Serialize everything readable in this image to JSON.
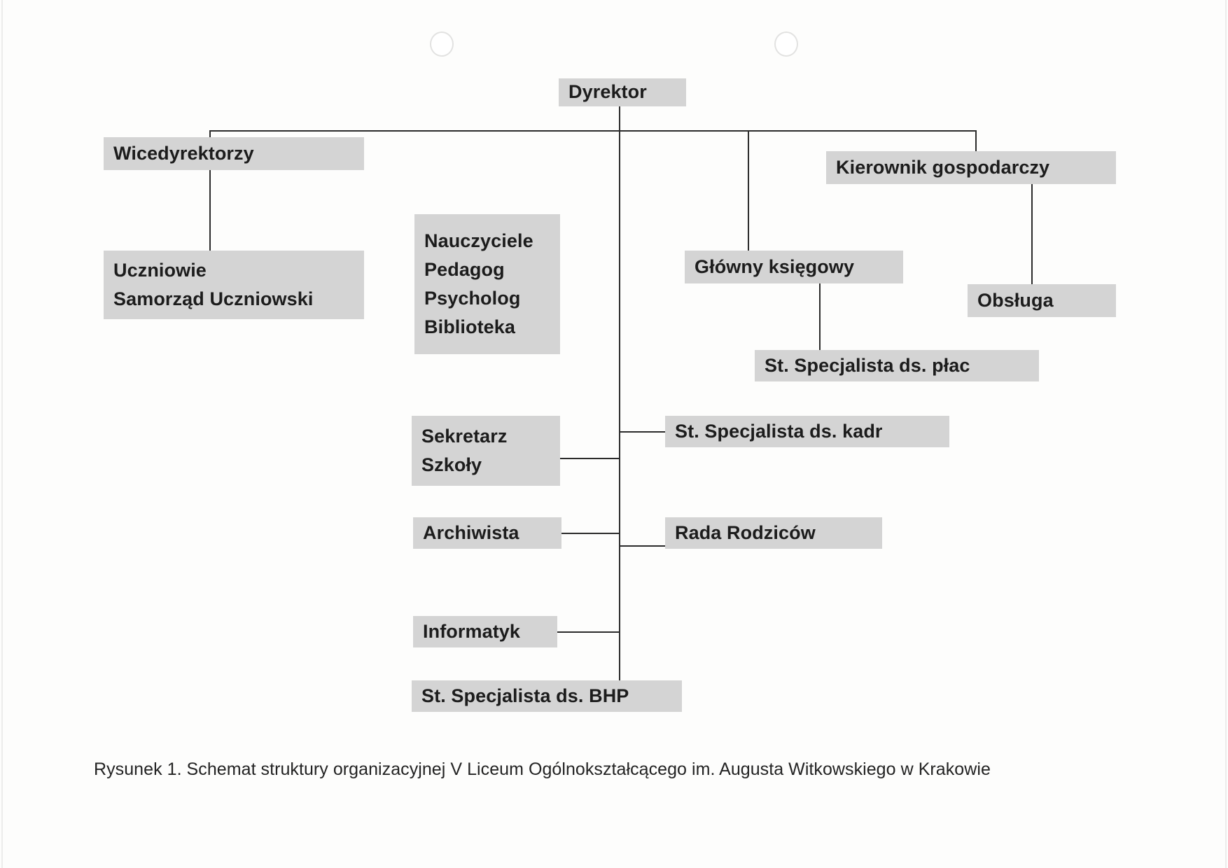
{
  "document": {
    "caption": "Rysunek 1. Schemat struktury organizacyjnej V Liceum Ogólnokształcącego im. Augusta Witkowskiego w Krakowie"
  },
  "chart_data": {
    "type": "diagram",
    "title": "Schemat struktury organizacyjnej V Liceum Ogólnokształcącego im. Augusta Witkowskiego w Krakowie",
    "diagram_kind": "organizational-chart",
    "language": "pl",
    "node_fill_color": "#d4d4d4",
    "line_color": "#2b2b2b",
    "nodes": [
      {
        "id": "dyrektor",
        "label": "Dyrektor",
        "level": 0
      },
      {
        "id": "wicedyrektorzy",
        "label": "Wicedyrektorzy",
        "level": 1
      },
      {
        "id": "uczniowie",
        "label": "Uczniowie\nSamorząd Uczniowski",
        "level": 2
      },
      {
        "id": "nauczyciele",
        "label": "Nauczyciele\nPedagog\nPsycholog\nBiblioteka",
        "level": 1
      },
      {
        "id": "kierownik",
        "label": "Kierownik gospodarczy",
        "level": 1
      },
      {
        "id": "ksiegowy",
        "label": "Główny księgowy",
        "level": 1
      },
      {
        "id": "obsluga",
        "label": "Obsługa",
        "level": 2
      },
      {
        "id": "plac",
        "label": "St. Specjalista ds. płac",
        "level": 2
      },
      {
        "id": "sekretarz",
        "label": "Sekretarz\nSzkoły",
        "level": 1
      },
      {
        "id": "kadr",
        "label": "St. Specjalista ds. kadr",
        "level": 1
      },
      {
        "id": "archiwista",
        "label": "Archiwista",
        "level": 1
      },
      {
        "id": "rada",
        "label": "Rada Rodziców",
        "level": 1
      },
      {
        "id": "informatyk",
        "label": "Informatyk",
        "level": 1
      },
      {
        "id": "bhp",
        "label": "St. Specjalista ds. BHP",
        "level": 1
      }
    ],
    "edges": [
      {
        "from": "dyrektor",
        "to": "wicedyrektorzy"
      },
      {
        "from": "dyrektor",
        "to": "kierownik"
      },
      {
        "from": "dyrektor",
        "to": "ksiegowy"
      },
      {
        "from": "dyrektor",
        "to": "nauczyciele"
      },
      {
        "from": "dyrektor",
        "to": "sekretarz"
      },
      {
        "from": "dyrektor",
        "to": "kadr"
      },
      {
        "from": "dyrektor",
        "to": "archiwista"
      },
      {
        "from": "dyrektor",
        "to": "rada"
      },
      {
        "from": "dyrektor",
        "to": "informatyk"
      },
      {
        "from": "dyrektor",
        "to": "bhp"
      },
      {
        "from": "wicedyrektorzy",
        "to": "uczniowie"
      },
      {
        "from": "kierownik",
        "to": "obsluga"
      },
      {
        "from": "ksiegowy",
        "to": "plac"
      }
    ]
  },
  "nodes": {
    "dyrektor": "Dyrektor",
    "wicedyrektorzy": "Wicedyrektorzy",
    "uczniowie": "Uczniowie\nSamorząd Uczniowski",
    "nauczyciele": "Nauczyciele\nPedagog\nPsycholog\nBiblioteka",
    "kierownik": "Kierownik gospodarczy",
    "ksiegowy": "Główny księgowy",
    "obsluga": "Obsługa",
    "plac": "St. Specjalista ds. płac",
    "sekretarz": "Sekretarz\nSzkoły",
    "kadr": "St. Specjalista ds. kadr",
    "archiwista": "Archiwista",
    "rada": "Rada Rodziców",
    "informatyk": "Informatyk",
    "bhp": "St. Specjalista ds. BHP"
  }
}
